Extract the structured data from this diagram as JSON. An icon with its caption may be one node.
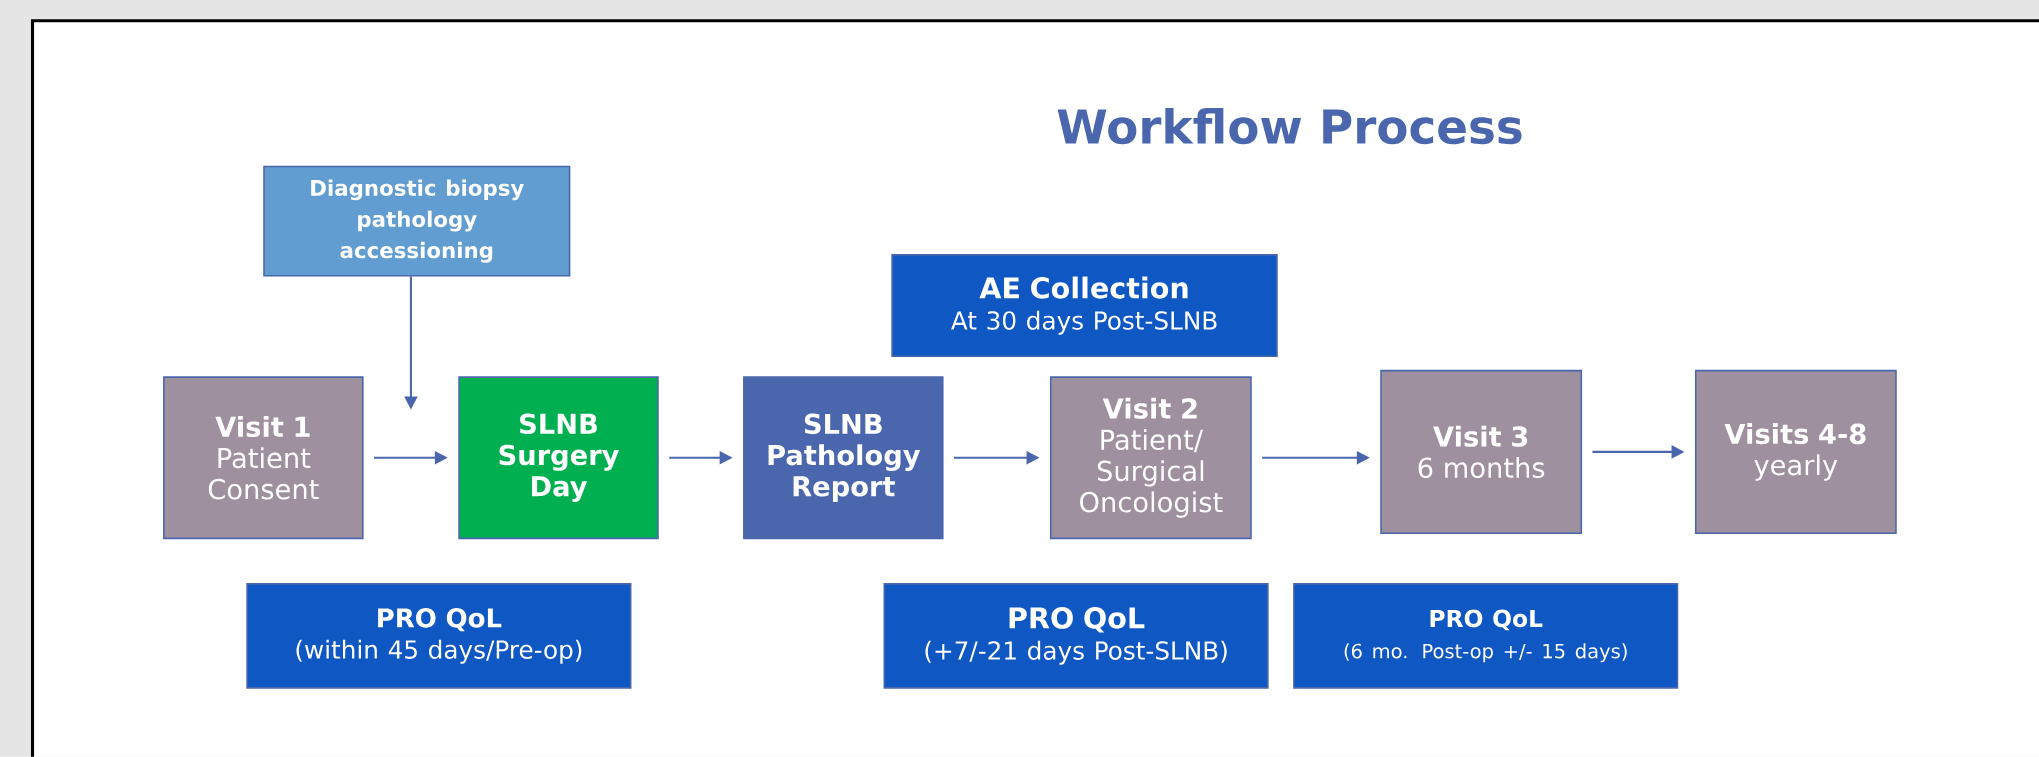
{
  "diagram": {
    "title": "Workflow Process",
    "nodes": [
      {
        "text": [
          "Diagnostic biopsy pathology accessioning"
        ]
      },
      {
        "text": [
          "Visit 1",
          "Patient Consent"
        ]
      },
      {
        "text": [
          "SLNB Surgery Day"
        ]
      },
      {
        "text": [
          "SLNB Pathology Report"
        ]
      },
      {
        "text": [
          "AE Collection",
          "At 30 days Post-SLNB"
        ]
      },
      {
        "text": [
          "Visit 2",
          "Patient/ Surgical Oncologist"
        ]
      },
      {
        "text": [
          "Visit 3",
          "6 months"
        ]
      },
      {
        "text": [
          "Visits 4-8",
          "yearly"
        ]
      },
      {
        "text": [
          "PRO QoL",
          "(within 45 days/Pre-op)"
        ]
      },
      {
        "text": [
          "PRO QoL",
          "(+7/-21 days Post-SLNB)"
        ]
      },
      {
        "text": [
          "PRO QoL",
          "(6 mo. Post-op +/- 15 days)"
        ]
      }
    ],
    "edges": [
      {
        "from": 0,
        "to": null,
        "arrow": "to"
      },
      {
        "from": 1,
        "to": 2,
        "arrow": "to"
      },
      {
        "from": 2,
        "to": 3,
        "arrow": "to"
      },
      {
        "from": 3,
        "to": 5,
        "arrow": "to"
      },
      {
        "from": 5,
        "to": 6,
        "arrow": "to"
      },
      {
        "from": 6,
        "to": 7,
        "arrow": "to"
      }
    ]
  }
}
